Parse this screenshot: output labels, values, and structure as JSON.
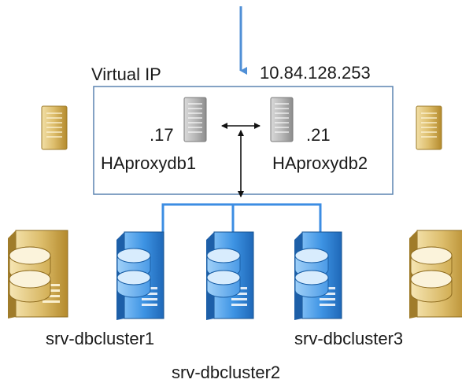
{
  "virtual_ip": {
    "label": "Virtual IP",
    "address": "10.84.128.253"
  },
  "haproxy": [
    {
      "suffix": ".17",
      "name": "HAproxydb1"
    },
    {
      "suffix": ".21",
      "name": "HAproxydb2"
    }
  ],
  "clusters": [
    {
      "name": "srv-dbcluster1"
    },
    {
      "name": "srv-dbcluster2"
    },
    {
      "name": "srv-dbcluster3"
    }
  ],
  "colors": {
    "inbound_arrow": "#4f8fd6",
    "vip_box_border": "#5b84b1",
    "cluster_link": "#3c8de3",
    "proxy_server": "#a6a6a6",
    "db_cluster": "#3a8fe0",
    "side_server": "#cfa84e"
  },
  "icons": {
    "proxy": "rack-server-icon",
    "cluster": "database-server-icon",
    "side_small": "rack-server-icon",
    "side_large": "database-server-icon"
  }
}
